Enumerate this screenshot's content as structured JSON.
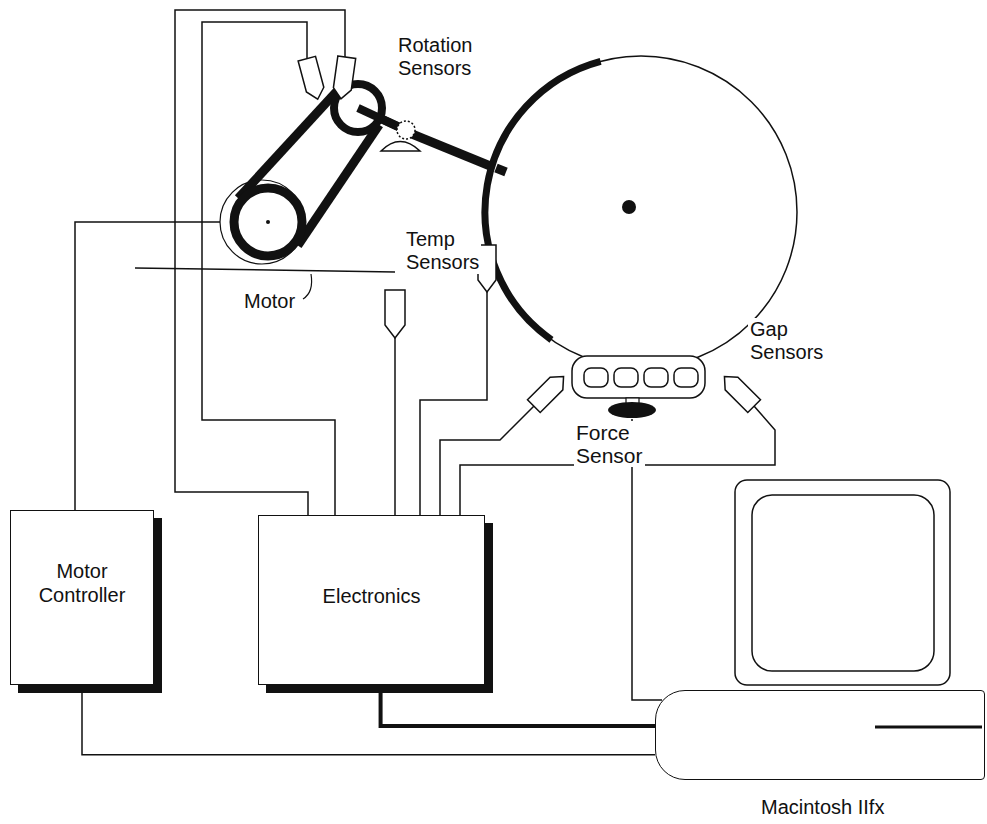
{
  "diagram": {
    "nodes": [
      {
        "text": [
          "Motor Controller"
        ]
      },
      {
        "text": [
          "Electronics"
        ]
      },
      {
        "text": [
          "Macintosh IIfx"
        ]
      }
    ],
    "edges": [
      {
        "from": 0,
        "to": 2,
        "arrow": "none"
      },
      {
        "from": 1,
        "to": 2,
        "arrow": "none"
      }
    ],
    "labels": [
      "Rotation Sensors",
      "Temp Sensors",
      "Motor",
      "Gap Sensors",
      "Force Sensor"
    ]
  }
}
